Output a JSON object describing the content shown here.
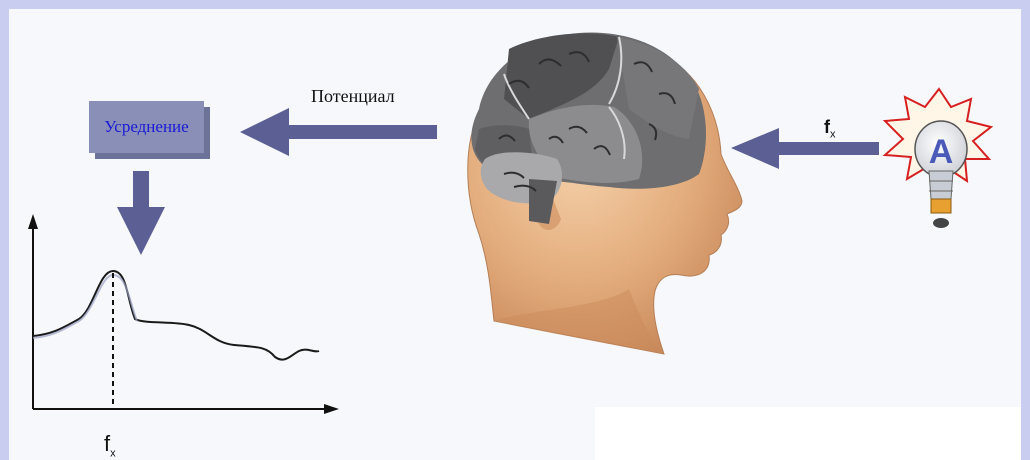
{
  "diagram": {
    "box_label": "Усреднение",
    "potential_label": "Потенциал",
    "stimulus_label": "f",
    "stimulus_sub": "x",
    "axis_marker_label": "f",
    "axis_marker_sub": "x",
    "bulb_letter": "A"
  },
  "colors": {
    "frame": "#c9cdf0",
    "background": "#f6f8fc",
    "arrow": "#5b5f93",
    "box": "#8a8fb8",
    "box_text": "#1a1ad6",
    "skin": "#e9b98a",
    "brain": "#7a7a7a"
  },
  "icons": [
    "brain-icon",
    "head-icon",
    "light-bulb-icon"
  ]
}
